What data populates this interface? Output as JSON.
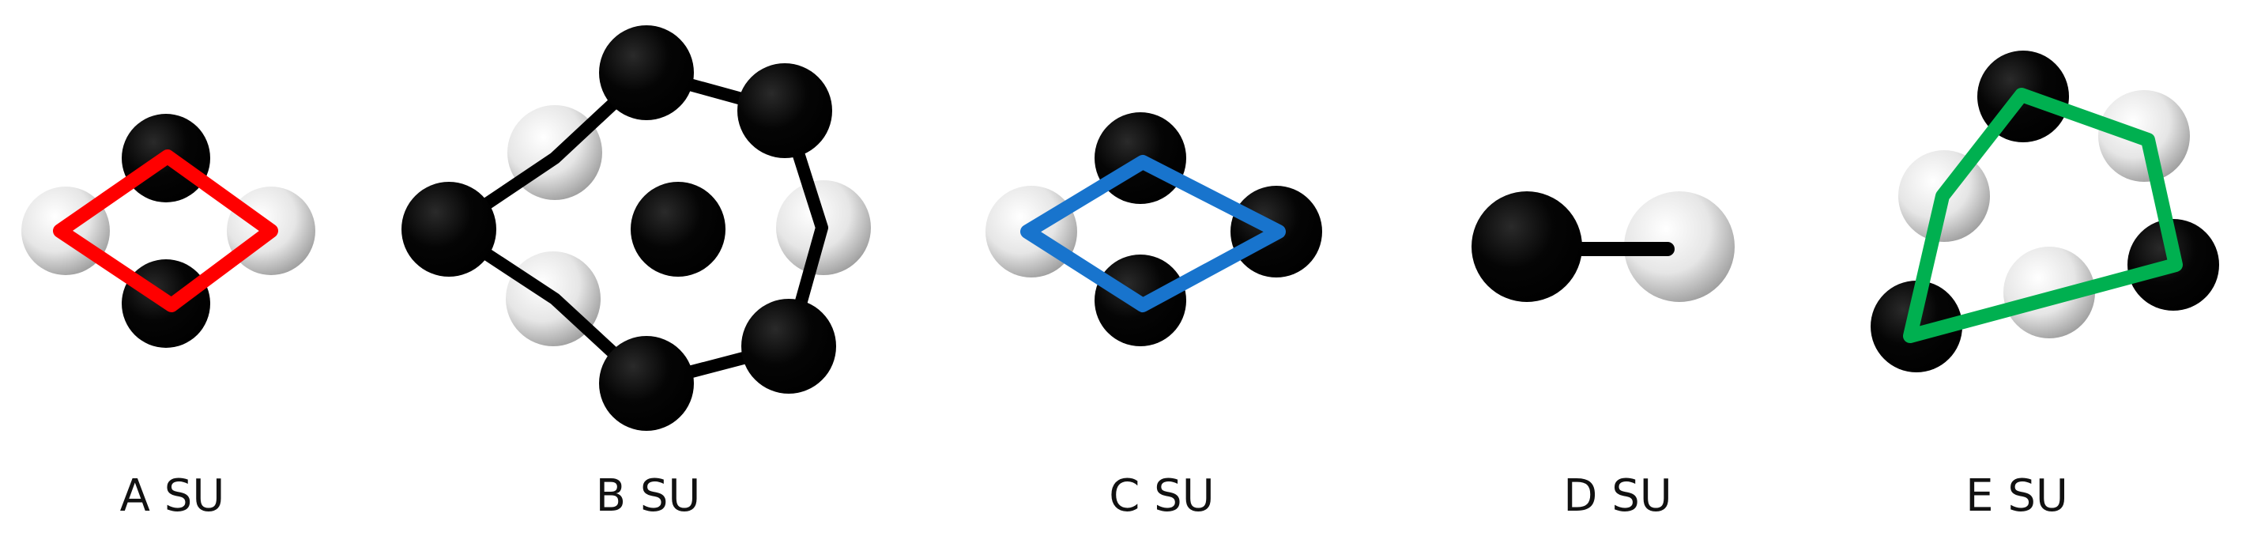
{
  "colors": {
    "black_atom": "#000000",
    "white_atom": "#d9d9d9",
    "bond_black": "#000000",
    "A": "#ff0000",
    "C": "#1874cd",
    "E": "#00b050"
  },
  "units": [
    {
      "id": "A",
      "label": "A SU",
      "color": "#ff0000"
    },
    {
      "id": "B",
      "label": "B SU",
      "color": "#000000"
    },
    {
      "id": "C",
      "label": "C SU",
      "color": "#1874cd"
    },
    {
      "id": "D",
      "label": "D SU",
      "color": "#000000"
    },
    {
      "id": "E",
      "label": "E SU",
      "color": "#00b050"
    }
  ]
}
